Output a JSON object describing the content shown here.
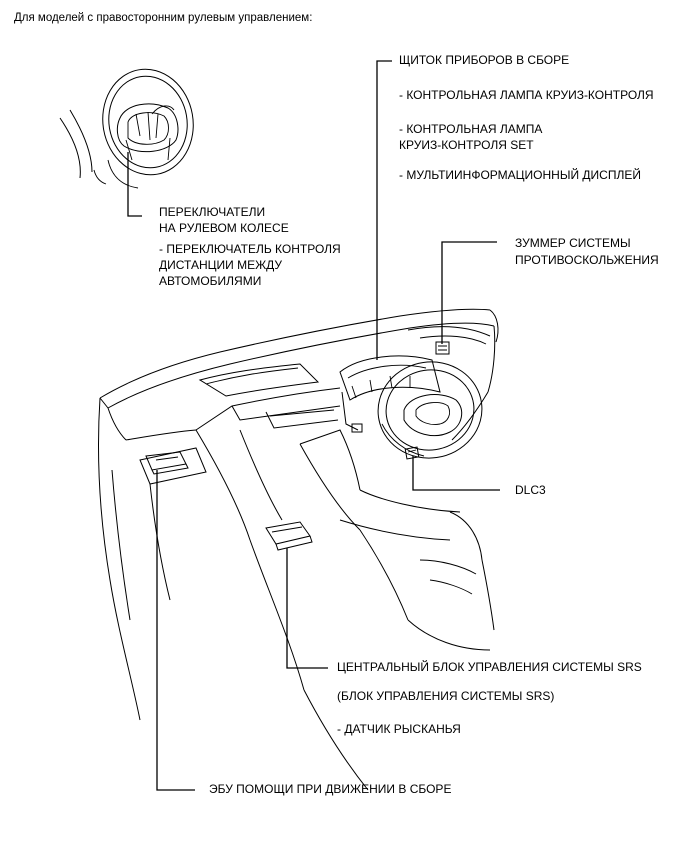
{
  "caption": "Для моделей с правосторонним рулевым управлением:",
  "labels": {
    "combination_meter": {
      "title": "ЩИТОК ПРИБОРОВ В СБОРЕ",
      "item1": "- КОНТРОЛЬНАЯ ЛАМПА КРУИЗ-КОНТРОЛЯ",
      "item2_line1": "- КОНТРОЛЬНАЯ ЛАМПА",
      "item2_line2": "КРУИЗ-КОНТРОЛЯ SET",
      "item3": "- МУЛЬТИИНФОРМАЦИОННЫЙ ДИСПЛЕЙ"
    },
    "steering_switches": {
      "line1": "ПЕРЕКЛЮЧАТЕЛИ",
      "line2": "НА РУЛЕВОМ КОЛЕСЕ",
      "sub_line1": "- ПЕРЕКЛЮЧАТЕЛЬ КОНТРОЛЯ",
      "sub_line2": "ДИСТАНЦИИ МЕЖДУ",
      "sub_line3": "АВТОМОБИЛЯМИ"
    },
    "buzzer": {
      "line1": "ЗУММЕР СИСТЕМЫ",
      "line2": "ПРОТИВОСКОЛЬЖЕНИЯ"
    },
    "dlc3": "DLC3",
    "airbag_sensor": {
      "title": "ЦЕНТРАЛЬНЫЙ БЛОК УПРАВЛЕНИЯ СИСТЕМЫ SRS",
      "alt": "(БЛОК УПРАВЛЕНИЯ СИСТЕМЫ SRS)",
      "item": "- ДАТЧИК РЫСКАНЬЯ"
    },
    "driving_support_ecu": "ЭБУ ПОМОЩИ ПРИ ДВИЖЕНИИ В СБОРЕ"
  }
}
